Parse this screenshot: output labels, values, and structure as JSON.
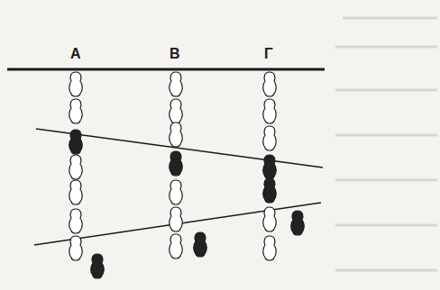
{
  "diagram": {
    "labels": [
      "A",
      "B",
      "Γ"
    ]
  }
}
